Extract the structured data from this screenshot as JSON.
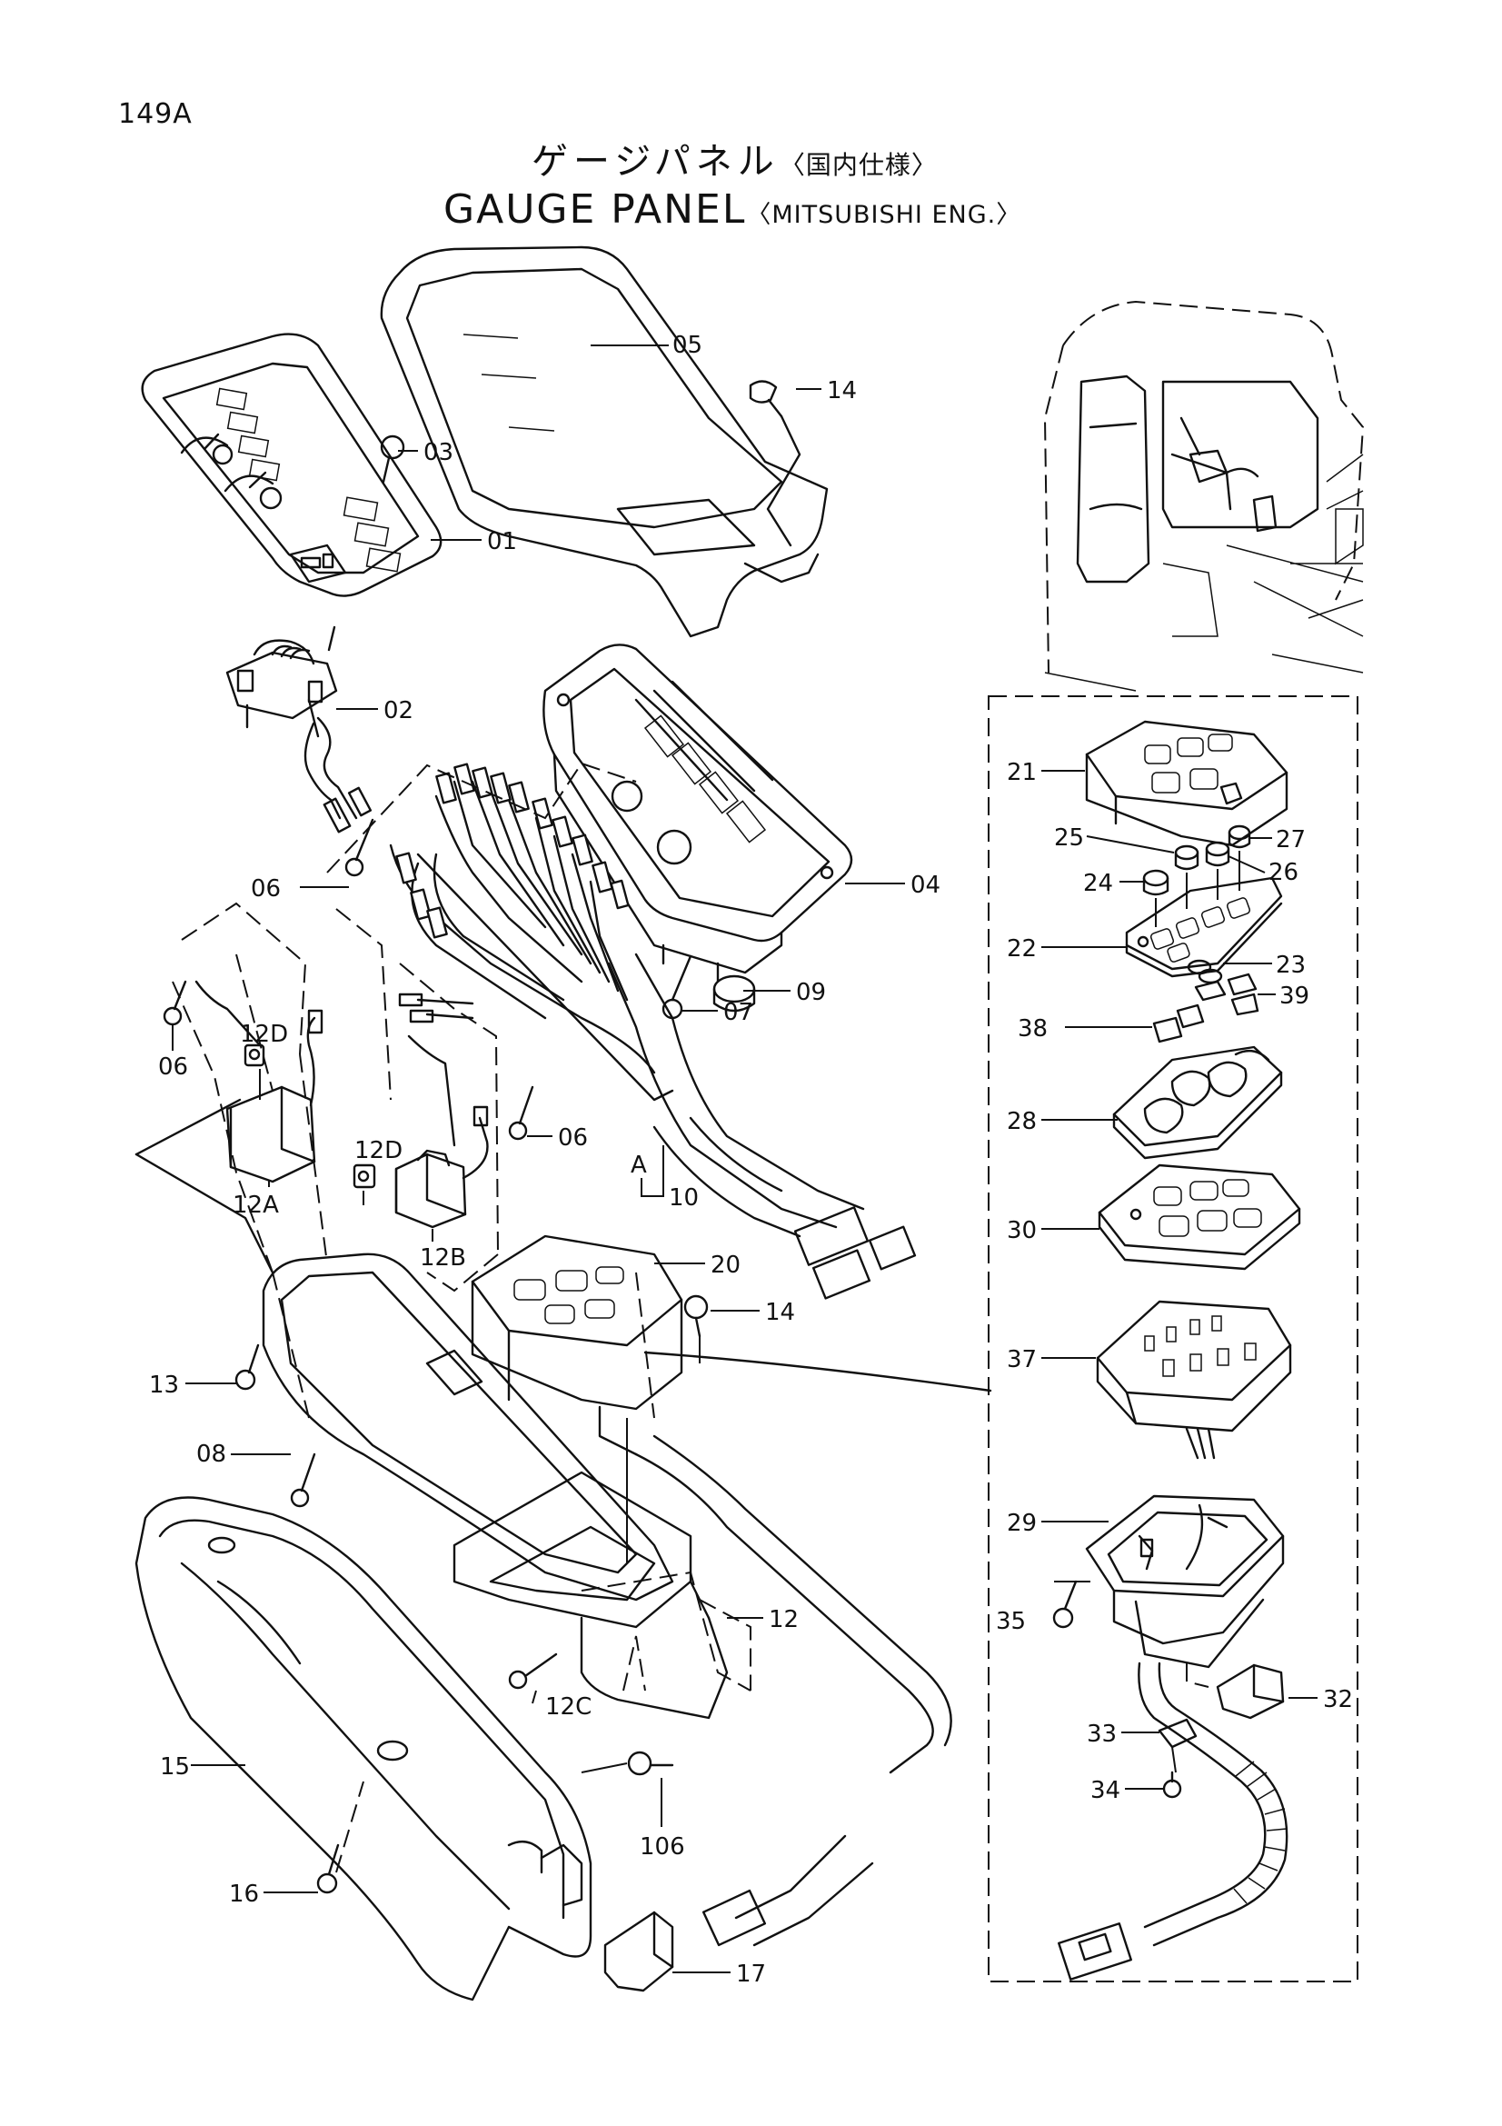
{
  "header": {
    "page_code": "149A",
    "title_jp": "ゲージパネル",
    "title_jp_sub": "〈国内仕様〉",
    "title_en": "GAUGE PANEL",
    "title_en_sub": "〈MITSUBISHI ENG.〉"
  },
  "callouts": {
    "p01": "01",
    "p02": "02",
    "p03": "03",
    "p04": "04",
    "p05": "05",
    "p06a": "06",
    "p06b": "06",
    "p06c": "06",
    "p07": "07",
    "p08": "08",
    "p09": "09",
    "p10": "10",
    "pA": "A",
    "p12": "12",
    "p12A": "12A",
    "p12B": "12B",
    "p12C": "12C",
    "p12Da": "12D",
    "p12Db": "12D",
    "p13": "13",
    "p14a": "14",
    "p14b": "14",
    "p15": "15",
    "p16": "16",
    "p17": "17",
    "p20": "20",
    "p21": "21",
    "p22": "22",
    "p23": "23",
    "p24": "24",
    "p25": "25",
    "p26": "26",
    "p27": "27",
    "p28": "28",
    "p29": "29",
    "p30": "30",
    "p32": "32",
    "p33": "33",
    "p34": "34",
    "p35": "35",
    "p37": "37",
    "p38": "38",
    "p39": "39",
    "p106": "106"
  }
}
